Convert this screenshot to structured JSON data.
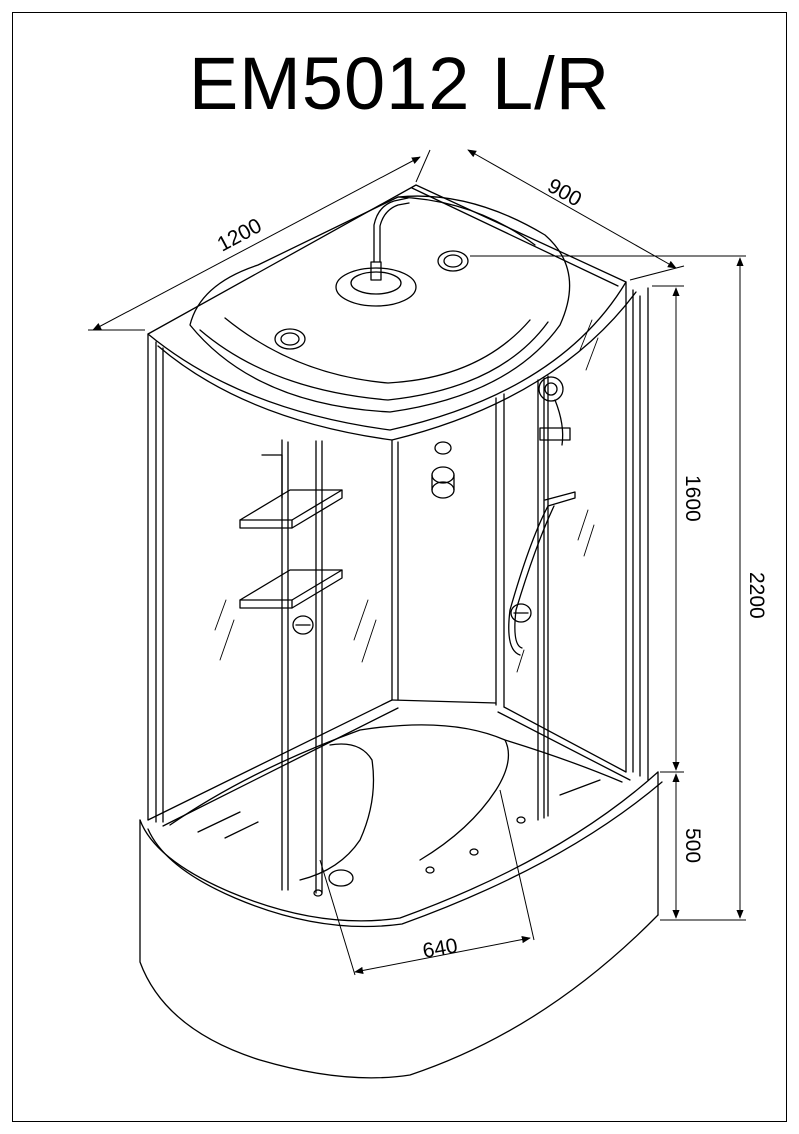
{
  "title": "EM5012 L/R",
  "dimensions": {
    "length": "1200",
    "depth": "900",
    "cabin_height": "1600",
    "total_height": "2200",
    "tray_height": "500",
    "door_width": "640"
  }
}
